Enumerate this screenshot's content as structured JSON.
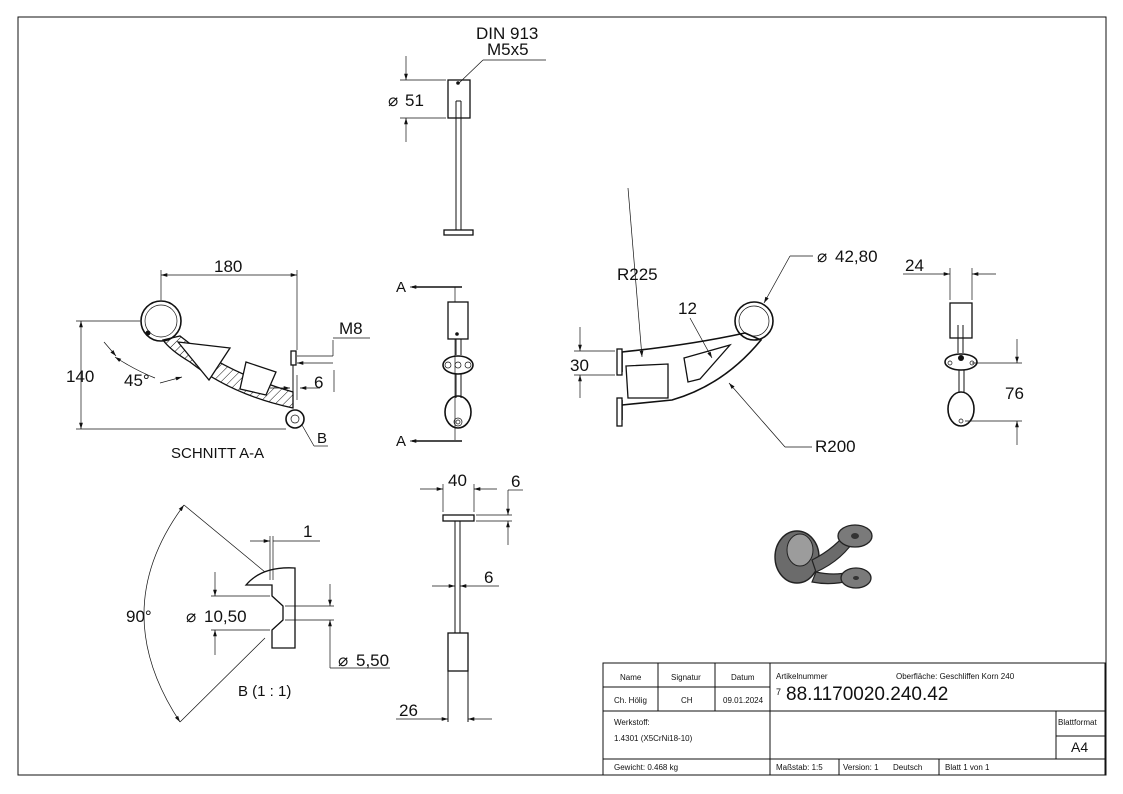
{
  "drawing": {
    "section_label": "SCHNITT A-A",
    "detail_label": "B (1 : 1)",
    "section_marker": "A",
    "detail_marker": "B",
    "dims": {
      "d180": "180",
      "d140": "140",
      "d45": "45°",
      "m8": "M8",
      "d6a": "6",
      "din": "DIN 913",
      "m5x5": "M5x5",
      "d51": "51",
      "r225": "R225",
      "d12": "12",
      "d30": "30",
      "d4280": "42,80",
      "r200": "R200",
      "d24": "24",
      "d76": "76",
      "d40": "40",
      "d6b": "6",
      "d6c": "6",
      "d26": "26",
      "d1": "1",
      "d90": "90°",
      "d1050": "10,50",
      "d550": "5,50"
    }
  },
  "title_block": {
    "h_name": "Name",
    "h_signatur": "Signatur",
    "h_datum": "Datum",
    "name": "Ch. Hölig",
    "signatur": "CH",
    "datum": "09.01.2024",
    "artikel_label": "Artikelnummer",
    "oberflaeche": "Oberfläche:  Geschliffen Korn 240",
    "artikel_prefix": "7",
    "artikel_nr": "88.1170020.240.42",
    "werkstoff_label": "Werkstoff:",
    "werkstoff": "1.4301 (X5CrNi18-10)",
    "blattformat_label": "Blattformat",
    "blattformat": "A4",
    "gewicht": "Gewicht: 0.468 kg",
    "massstab": "Maßstab: 1:5",
    "version": "Version: 1",
    "sprache": "Deutsch",
    "blatt": "Blatt 1 von 1"
  }
}
